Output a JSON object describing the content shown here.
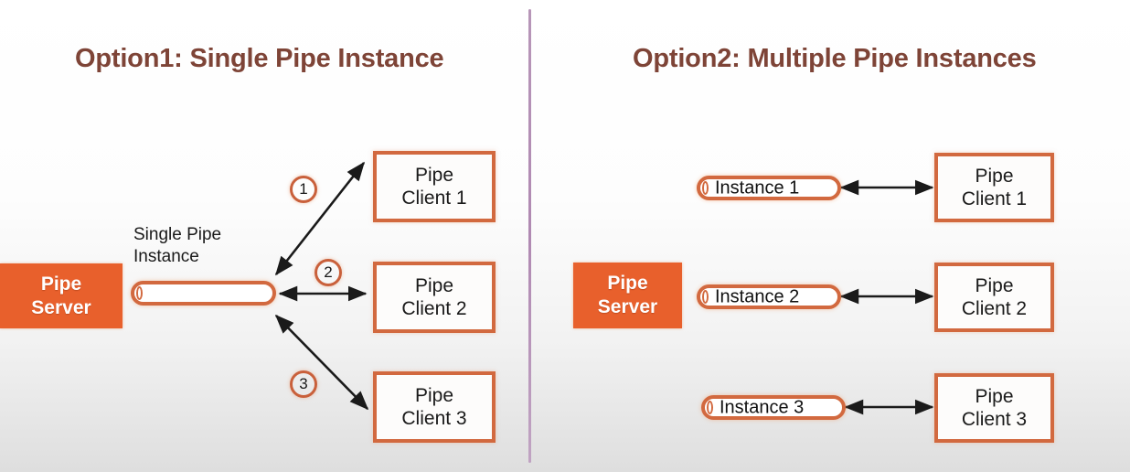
{
  "panels": {
    "left": {
      "title": "Option1: Single Pipe Instance",
      "server": {
        "line1": "Pipe",
        "line2": "Server"
      },
      "pipe_caption": {
        "line1": "Single Pipe",
        "line2": "Instance"
      },
      "badges": [
        "1",
        "2",
        "3"
      ],
      "clients": [
        {
          "line1": "Pipe",
          "line2": "Client 1"
        },
        {
          "line1": "Pipe",
          "line2": "Client 2"
        },
        {
          "line1": "Pipe",
          "line2": "Client 3"
        }
      ]
    },
    "right": {
      "title": "Option2: Multiple Pipe Instances",
      "server": {
        "line1": "Pipe",
        "line2": "Server"
      },
      "instances": [
        "Instance 1",
        "Instance 2",
        "Instance 3"
      ],
      "clients": [
        {
          "line1": "Pipe",
          "line2": "Client 1"
        },
        {
          "line1": "Pipe",
          "line2": "Client 2"
        },
        {
          "line1": "Pipe",
          "line2": "Client 3"
        }
      ]
    }
  },
  "colors": {
    "title_brown": "#7e4437",
    "server_orange": "#e8602c",
    "border_orange": "#d2693f",
    "divider_purple": "#b089b2",
    "arrow_black": "#1a1a1a"
  }
}
